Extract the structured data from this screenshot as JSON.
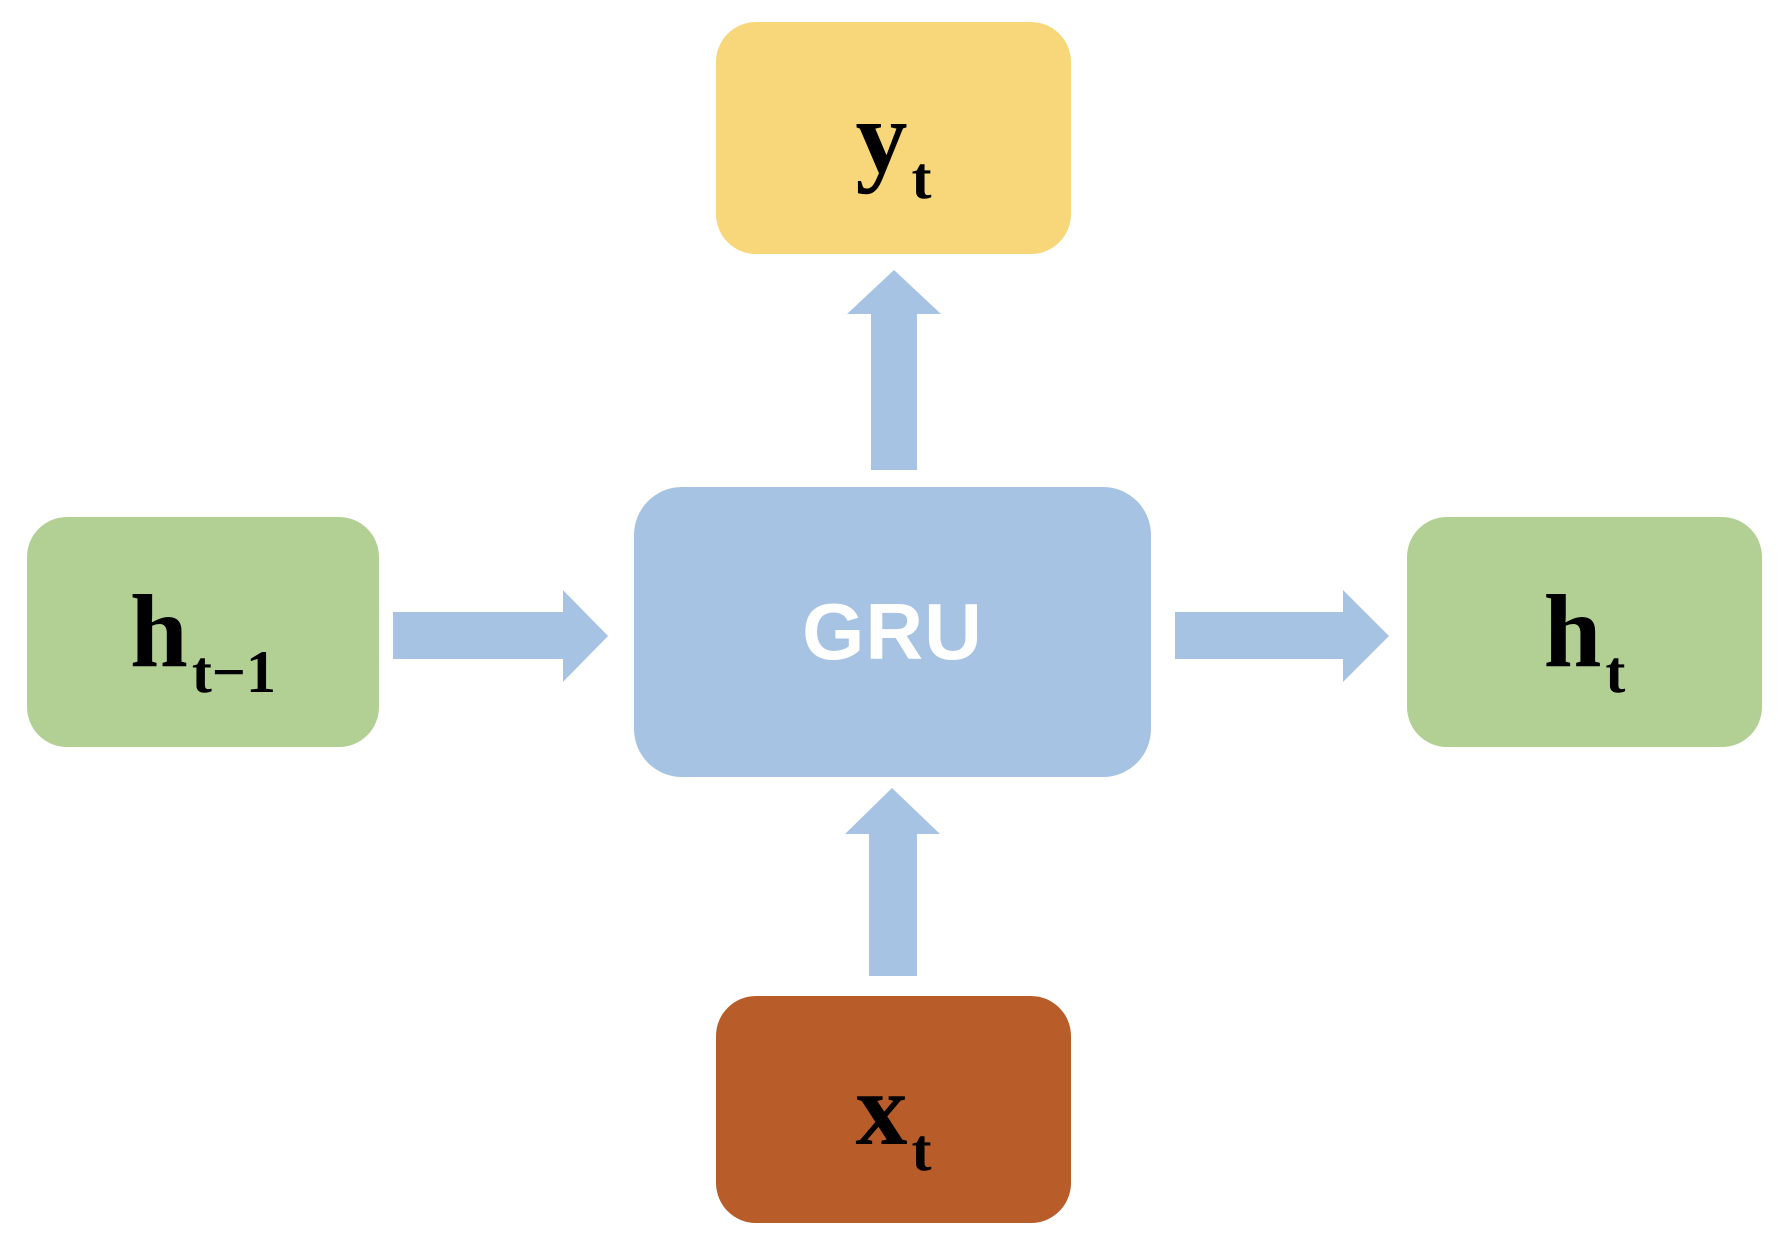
{
  "colors": {
    "output_box": "#F8D77A",
    "gru_box": "#A7C3E4",
    "hidden_box": "#B2CF94",
    "input_box": "#B85C29",
    "arrow": "#A7C3E4",
    "gru_text": "#FFFFFF"
  },
  "nodes": {
    "output": {
      "base": "y",
      "sub": "t"
    },
    "gru": {
      "label": "GRU"
    },
    "prev_hidden": {
      "base": "h",
      "sub": "t−1"
    },
    "hidden": {
      "base": "h",
      "sub": "t"
    },
    "input": {
      "base": "x",
      "sub": "t"
    }
  },
  "edges": [
    {
      "from": "prev_hidden",
      "to": "gru"
    },
    {
      "from": "gru",
      "to": "hidden"
    },
    {
      "from": "input",
      "to": "gru"
    },
    {
      "from": "gru",
      "to": "output"
    }
  ]
}
